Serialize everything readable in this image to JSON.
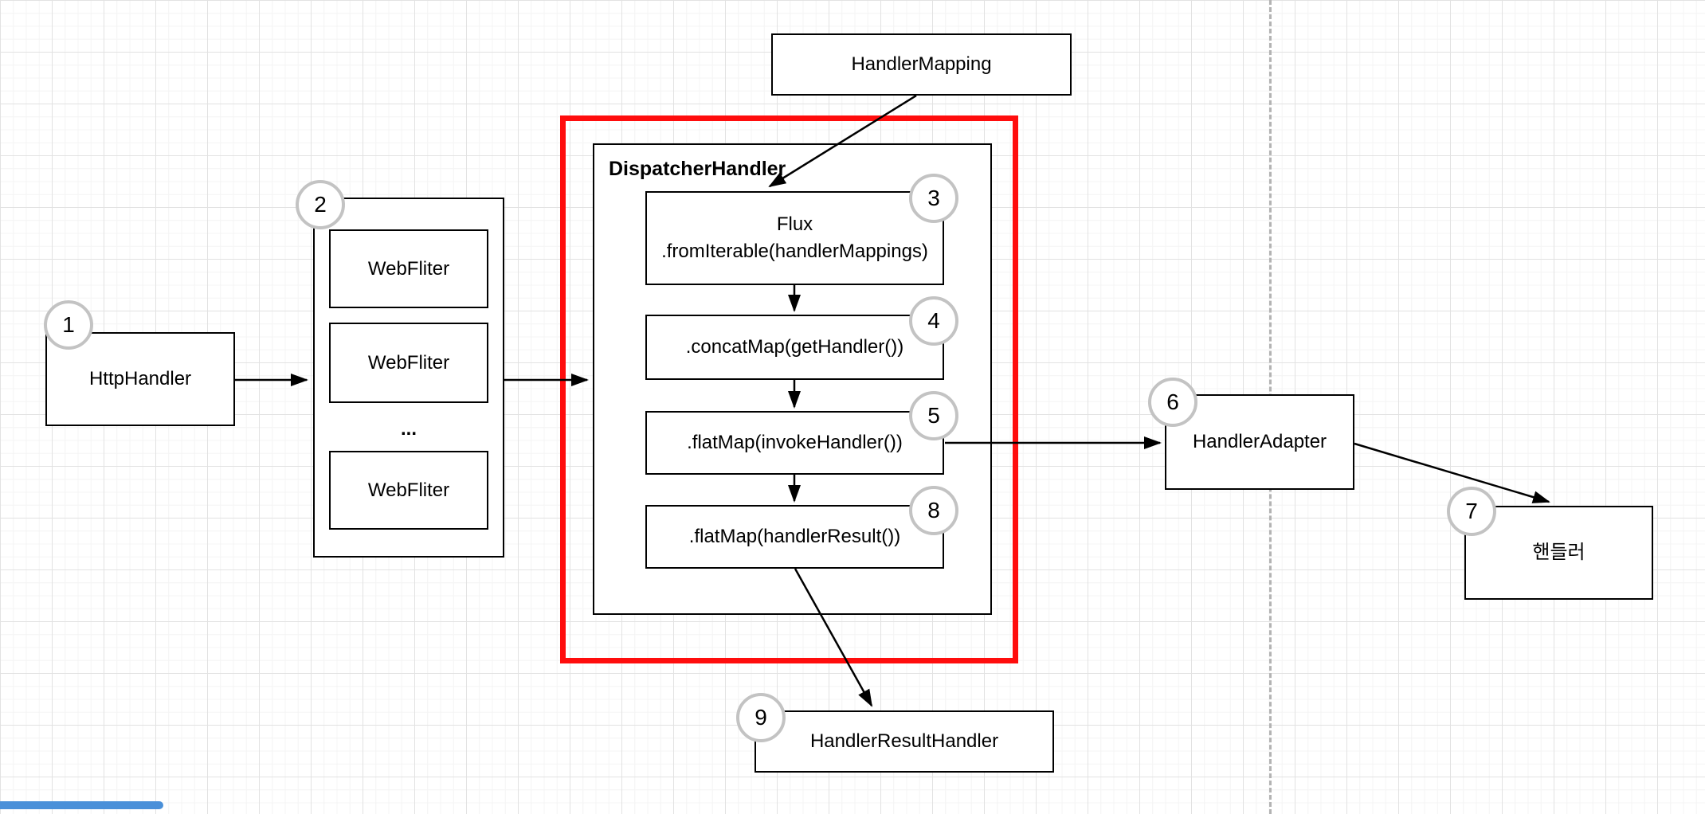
{
  "diagram": {
    "nodes": {
      "handler_mapping": {
        "label": "HandlerMapping"
      },
      "http_handler": {
        "label": "HttpHandler",
        "badge": "1"
      },
      "webfilter_stack": {
        "badge": "2",
        "filters": [
          "WebFliter",
          "WebFliter",
          "WebFliter"
        ],
        "ellipsis": "..."
      },
      "dispatcher_handler": {
        "title": "DispatcherHandler"
      },
      "flux": {
        "label_line1": "Flux",
        "label_line2": ".fromIterable(handlerMappings)",
        "badge": "3"
      },
      "concat_map": {
        "label": ".concatMap(getHandler())",
        "badge": "4"
      },
      "flat_map_invoke": {
        "label": ".flatMap(invokeHandler())",
        "badge": "5"
      },
      "flat_map_result": {
        "label": ".flatMap(handlerResult())",
        "badge": "8"
      },
      "handler_adapter": {
        "label": "HandlerAdapter",
        "badge": "6"
      },
      "handler_korean": {
        "label": "핸들러",
        "badge": "7"
      },
      "handler_result_handler": {
        "label": "HandlerResultHandler",
        "badge": "9"
      }
    },
    "colors": {
      "highlight_border": "#ff0d0d",
      "box_border": "#000000",
      "badge_border": "#c3c3c3",
      "grid_minor": "#f4f4f4",
      "grid_major": "#e2e2e2",
      "page_divider": "#b3b3b3",
      "scroll_accent": "#4a90d9"
    }
  }
}
